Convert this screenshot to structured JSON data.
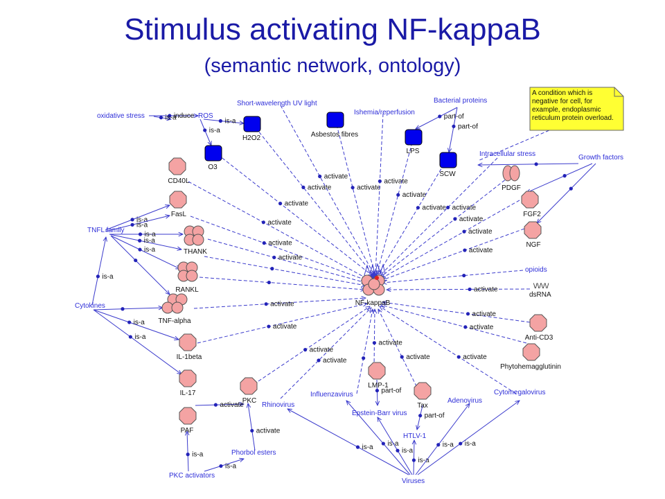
{
  "header": {
    "title": "Stimulus activating NF-kappaB",
    "subtitle": "(semantic network, ontology)"
  },
  "colors": {
    "title": "#1a1aa6",
    "edge": "#3a3acc",
    "concept_text": "#2d2dd8",
    "node_fill": "#f4a3a3",
    "square_fill": "#0000ee",
    "note_fill": "#ffff33"
  },
  "note": {
    "lines": [
      "A condition which is",
      "negative for cell, for",
      "example, endoplasmic",
      "reticulum protein overload."
    ]
  },
  "center": {
    "id": "nfkb",
    "label": "NF-kappaB"
  },
  "concepts": [
    {
      "id": "oxidative",
      "label": "oxidative stress"
    },
    {
      "id": "ros",
      "label": "ROS"
    },
    {
      "id": "uv",
      "label": "Short-wavelength UV light"
    },
    {
      "id": "ischemia",
      "label": "Ishemia/reperfusion"
    },
    {
      "id": "bacterial",
      "label": "Bacterial proteins"
    },
    {
      "id": "intracell",
      "label": "Intracellular stress"
    },
    {
      "id": "growth",
      "label": "Growth factors"
    },
    {
      "id": "tnfl",
      "label": "TNFL family"
    },
    {
      "id": "cytokines",
      "label": "Cytokines"
    },
    {
      "id": "opioids",
      "label": "opioids"
    },
    {
      "id": "rhinovirus",
      "label": "Rhinovirus"
    },
    {
      "id": "influenza",
      "label": "Influenzavirus"
    },
    {
      "id": "ebv",
      "label": "Epstein-Barr virus"
    },
    {
      "id": "htlv",
      "label": "HTLV-1"
    },
    {
      "id": "adenovirus",
      "label": "Adenovirus"
    },
    {
      "id": "cmv",
      "label": "Cytomegalovirus"
    },
    {
      "id": "viruses",
      "label": "Viruses"
    },
    {
      "id": "phorbol",
      "label": "Phorbol esters"
    },
    {
      "id": "pkcact",
      "label": "PKC activators"
    }
  ],
  "squares": [
    {
      "id": "h2o2",
      "label": "H2O2"
    },
    {
      "id": "o3",
      "label": "O3"
    },
    {
      "id": "asbestos",
      "label": "Asbestos fibres"
    },
    {
      "id": "lps",
      "label": "LPS"
    },
    {
      "id": "scw",
      "label": "SCW"
    }
  ],
  "octagons": [
    {
      "id": "cd40l",
      "label": "CD40L"
    },
    {
      "id": "fasl",
      "label": "FasL"
    },
    {
      "id": "fgf2",
      "label": "FGF2"
    },
    {
      "id": "ngf",
      "label": "NGF"
    },
    {
      "id": "il1b",
      "label": "IL-1beta"
    },
    {
      "id": "il17",
      "label": "IL-17"
    },
    {
      "id": "pkc",
      "label": "PKC"
    },
    {
      "id": "paf",
      "label": "PAF"
    },
    {
      "id": "lmp1",
      "label": "LMP-1"
    },
    {
      "id": "tax",
      "label": "Tax"
    },
    {
      "id": "anticd3",
      "label": "Anti-CD3"
    },
    {
      "id": "phyto",
      "label": "Phytohemagglutinin"
    }
  ],
  "clusters": [
    {
      "id": "thank",
      "label": "THANK"
    },
    {
      "id": "rankl",
      "label": "RANKL"
    },
    {
      "id": "tnfa",
      "label": "TNF-alpha"
    },
    {
      "id": "pdgf",
      "label": "PDGF"
    }
  ],
  "other": [
    {
      "id": "dsrna",
      "label": "dsRNA",
      "glyph": "\\/\\/\\/\\/"
    }
  ],
  "relations": {
    "activate": "activate",
    "is_a": "is-a",
    "part_of": "part-of",
    "induce": "induce"
  },
  "edges": [
    {
      "type": "activate",
      "style": "dashed",
      "label": "activate",
      "points": [
        [
          364,
          178
        ],
        [
          540,
          398
        ]
      ]
    },
    {
      "type": "activate",
      "style": "dashed",
      "label": "activate",
      "points": [
        [
          308,
          218
        ],
        [
          538,
          398
        ]
      ]
    },
    {
      "type": "activate",
      "style": "dashed",
      "label": "activate",
      "points": [
        [
          405,
          152
        ],
        [
          540,
          396
        ]
      ]
    },
    {
      "type": "activate",
      "style": "dashed",
      "label": "activate",
      "points": [
        [
          486,
          180
        ],
        [
          541,
          396
        ]
      ]
    },
    {
      "type": "activate",
      "style": "dashed",
      "label": "activate",
      "points": [
        [
          553,
          164
        ],
        [
          542,
          396
        ]
      ]
    },
    {
      "type": "activate",
      "style": "dashed",
      "label": "activate",
      "points": [
        [
          597,
          198
        ],
        [
          544,
          396
        ]
      ]
    },
    {
      "type": "activate",
      "style": "dashed",
      "label": "activate",
      "points": [
        [
          645,
          230
        ],
        [
          546,
          396
        ]
      ]
    },
    {
      "type": "activate",
      "style": "dashed",
      "label": "activate",
      "points": [
        [
          718,
          228
        ],
        [
          548,
          398
        ]
      ]
    },
    {
      "type": "activate",
      "style": "dashed",
      "label": "activate",
      "points": [
        [
          735,
          255
        ],
        [
          549,
          400
        ]
      ]
    },
    {
      "type": "activate",
      "style": "dashed",
      "label": "activate",
      "points": [
        [
          757,
          285
        ],
        [
          550,
          402
        ]
      ]
    },
    {
      "type": "activate",
      "style": "dashed",
      "label": "activate",
      "points": [
        [
          757,
          330
        ],
        [
          552,
          404
        ]
      ]
    },
    {
      "type": "activate",
      "style": "dashed",
      "label": "",
      "points": [
        [
          755,
          390
        ],
        [
          552,
          408
        ]
      ]
    },
    {
      "type": "activate",
      "style": "dashed",
      "label": "activate",
      "points": [
        [
          765,
          417
        ],
        [
          558,
          418
        ]
      ]
    },
    {
      "type": "activate",
      "style": "dashed",
      "label": "activate",
      "points": [
        [
          765,
          465
        ],
        [
          552,
          436
        ]
      ]
    },
    {
      "type": "activate",
      "style": "dashed",
      "label": "activate",
      "points": [
        [
          760,
          495
        ],
        [
          550,
          440
        ]
      ]
    },
    {
      "type": "activate",
      "style": "dashed",
      "label": "activate",
      "points": [
        [
          745,
          568
        ],
        [
          548,
          442
        ]
      ]
    },
    {
      "type": "activate",
      "style": "dashed",
      "label": "activate",
      "points": [
        [
          605,
          565
        ],
        [
          546,
          446
        ]
      ]
    },
    {
      "type": "activate",
      "style": "dashed",
      "label": "activate",
      "points": [
        [
          540,
          530
        ],
        [
          541,
          446
        ]
      ]
    },
    {
      "type": "activate",
      "style": "dashed",
      "label": "",
      "points": [
        [
          515,
          568
        ],
        [
          538,
          446
        ]
      ]
    },
    {
      "type": "activate",
      "style": "dashed",
      "label": "activate",
      "points": [
        [
          405,
          575
        ],
        [
          536,
          444
        ]
      ]
    },
    {
      "type": "activate",
      "style": "dashed",
      "label": "activate",
      "points": [
        [
          373,
          550
        ],
        [
          534,
          442
        ]
      ]
    },
    {
      "type": "activate",
      "style": "dashed",
      "label": "activate",
      "points": [
        [
          285,
          495
        ],
        [
          530,
          438
        ]
      ]
    },
    {
      "type": "activate",
      "style": "dashed",
      "label": "activate",
      "points": [
        [
          280,
          445
        ],
        [
          528,
          430
        ]
      ]
    },
    {
      "type": "activate",
      "style": "dashed",
      "label": "activate",
      "points": [
        [
          272,
          262
        ],
        [
          530,
          402
        ]
      ]
    },
    {
      "type": "activate",
      "style": "dashed",
      "label": "activate",
      "points": [
        [
          275,
          312
        ],
        [
          528,
          404
        ]
      ]
    },
    {
      "type": "activate",
      "style": "dashed",
      "label": "activate",
      "points": [
        [
          300,
          345
        ],
        [
          528,
          408
        ]
      ]
    },
    {
      "type": "activate",
      "style": "dashed",
      "label": "",
      "points": [
        [
          295,
          370
        ],
        [
          528,
          412
        ]
      ]
    },
    {
      "type": "activate",
      "style": "dashed",
      "label": "",
      "points": [
        [
          288,
          400
        ],
        [
          527,
          418
        ]
      ]
    },
    {
      "type": "induce",
      "style": "solid",
      "label": "induce",
      "points": [
        [
          215,
          167
        ],
        [
          286,
          167
        ]
      ]
    },
    {
      "type": "is_a",
      "style": "solid",
      "label": "is-a",
      "points": [
        [
          294,
          172
        ],
        [
          352,
          178
        ]
      ]
    },
    {
      "type": "is_a",
      "style": "solid",
      "label": "is-a",
      "points": [
        [
          289,
          172
        ],
        [
          305,
          210
        ]
      ]
    },
    {
      "type": "is_a",
      "style": "solid",
      "label": "is-a",
      "points": [
        [
          222,
          168
        ],
        [
          247,
          172
        ]
      ]
    },
    {
      "type": "part_of",
      "style": "solid",
      "label": "part-of",
      "points": [
        [
          660,
          155
        ],
        [
          600,
          186
        ]
      ]
    },
    {
      "type": "part_of",
      "style": "solid",
      "label": "part-of",
      "points": [
        [
          660,
          155
        ],
        [
          648,
          220
        ]
      ]
    },
    {
      "type": "is_a",
      "style": "solid",
      "label": "",
      "points": [
        [
          835,
          236
        ],
        [
          690,
          238
        ]
      ]
    },
    {
      "type": "is_a",
      "style": "solid",
      "label": "",
      "points": [
        [
          855,
          236
        ],
        [
          760,
          278
        ]
      ]
    },
    {
      "type": "is_a",
      "style": "solid",
      "label": "",
      "points": [
        [
          860,
          236
        ],
        [
          775,
          322
        ]
      ]
    },
    {
      "type": "is_a",
      "style": "solid",
      "label": "is-a",
      "points": [
        [
          152,
          332
        ],
        [
          245,
          296
        ]
      ]
    },
    {
      "type": "is_a",
      "style": "solid",
      "label": "is-a",
      "points": [
        [
          152,
          334
        ],
        [
          245,
          311
        ]
      ]
    },
    {
      "type": "is_a",
      "style": "solid",
      "label": "is-a",
      "points": [
        [
          158,
          338
        ],
        [
          264,
          338
        ]
      ]
    },
    {
      "type": "is_a",
      "style": "solid",
      "label": "is-a",
      "points": [
        [
          158,
          338
        ],
        [
          262,
          360
        ]
      ]
    },
    {
      "type": "is_a",
      "style": "solid",
      "label": "is-a",
      "points": [
        [
          160,
          340
        ],
        [
          260,
          388
        ]
      ]
    },
    {
      "type": "is_a",
      "style": "solid",
      "label": "",
      "points": [
        [
          160,
          340
        ],
        [
          245,
          425
        ]
      ]
    },
    {
      "type": "is_a",
      "style": "solid",
      "label": "is-a",
      "points": [
        [
          133,
          440
        ],
        [
          153,
          342
        ]
      ]
    },
    {
      "type": "is_a",
      "style": "solid",
      "label": "",
      "points": [
        [
          135,
          447
        ],
        [
          235,
          444
        ]
      ]
    },
    {
      "type": "is_a",
      "style": "solid",
      "label": "is-a",
      "points": [
        [
          135,
          447
        ],
        [
          258,
          490
        ]
      ]
    },
    {
      "type": "is_a",
      "style": "solid",
      "label": "is-a",
      "points": [
        [
          135,
          447
        ],
        [
          262,
          540
        ]
      ]
    },
    {
      "type": "activate",
      "style": "solid",
      "label": "activate",
      "points": [
        [
          282,
          585
        ],
        [
          352,
          583
        ]
      ]
    },
    {
      "type": "activate",
      "style": "solid",
      "label": "activate",
      "points": [
        [
          368,
          650
        ],
        [
          358,
          582
        ]
      ]
    },
    {
      "type": "is_a",
      "style": "solid",
      "label": "is-a",
      "points": [
        [
          272,
          680
        ],
        [
          270,
          622
        ]
      ]
    },
    {
      "type": "is_a",
      "style": "solid",
      "label": "is-a",
      "points": [
        [
          295,
          680
        ],
        [
          352,
          662
        ]
      ]
    },
    {
      "type": "part_of",
      "style": "solid",
      "label": "part-of",
      "points": [
        [
          544,
          548
        ],
        [
          545,
          585
        ]
      ]
    },
    {
      "type": "part_of",
      "style": "solid",
      "label": "part-of",
      "points": [
        [
          610,
          585
        ],
        [
          602,
          620
        ]
      ]
    },
    {
      "type": "is_a",
      "style": "solid",
      "label": "is-a",
      "points": [
        [
          590,
          685
        ],
        [
          415,
          590
        ]
      ]
    },
    {
      "type": "is_a",
      "style": "solid",
      "label": "is-a",
      "points": [
        [
          592,
          685
        ],
        [
          500,
          578
        ]
      ]
    },
    {
      "type": "is_a",
      "style": "solid",
      "label": "is-a",
      "points": [
        [
          595,
          685
        ],
        [
          545,
          602
        ]
      ]
    },
    {
      "type": "is_a",
      "style": "solid",
      "label": "is-a",
      "points": [
        [
          597,
          685
        ],
        [
          598,
          635
        ]
      ]
    },
    {
      "type": "is_a",
      "style": "solid",
      "label": "is-a",
      "points": [
        [
          600,
          685
        ],
        [
          678,
          582
        ]
      ]
    },
    {
      "type": "is_a",
      "style": "solid",
      "label": "is-a",
      "points": [
        [
          603,
          685
        ],
        [
          750,
          578
        ]
      ]
    },
    {
      "type": "annotates",
      "style": "dashed",
      "label": "",
      "points": [
        [
          800,
          185
        ],
        [
          690,
          232
        ]
      ]
    }
  ]
}
